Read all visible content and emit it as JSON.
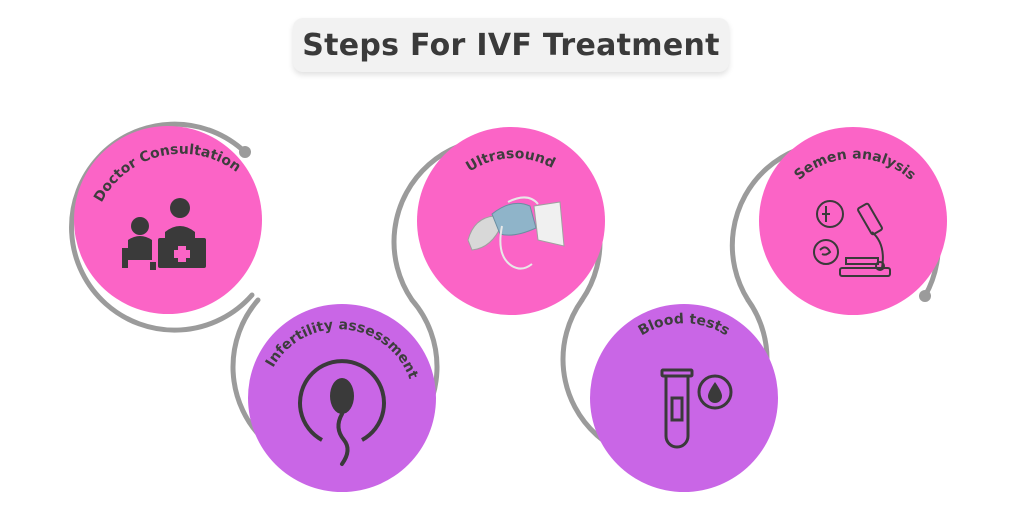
{
  "title": "Steps For IVF Treatment",
  "colors": {
    "pink": "#fb64c6",
    "purple": "#c966e6",
    "ring": "#9b9b9b",
    "icon": "#3a3a3a",
    "title_bg": "#f2f2f2"
  },
  "steps": [
    {
      "label": "Doctor Consultation",
      "icon": "doctor-consultation-icon"
    },
    {
      "label": "Infertility assessment",
      "icon": "sperm-icon"
    },
    {
      "label": "Ultrasound",
      "icon": "ultrasound-probe-icon"
    },
    {
      "label": "Blood tests",
      "icon": "blood-test-tube-icon"
    },
    {
      "label": "Semen analysis",
      "icon": "microscope-icon"
    }
  ]
}
